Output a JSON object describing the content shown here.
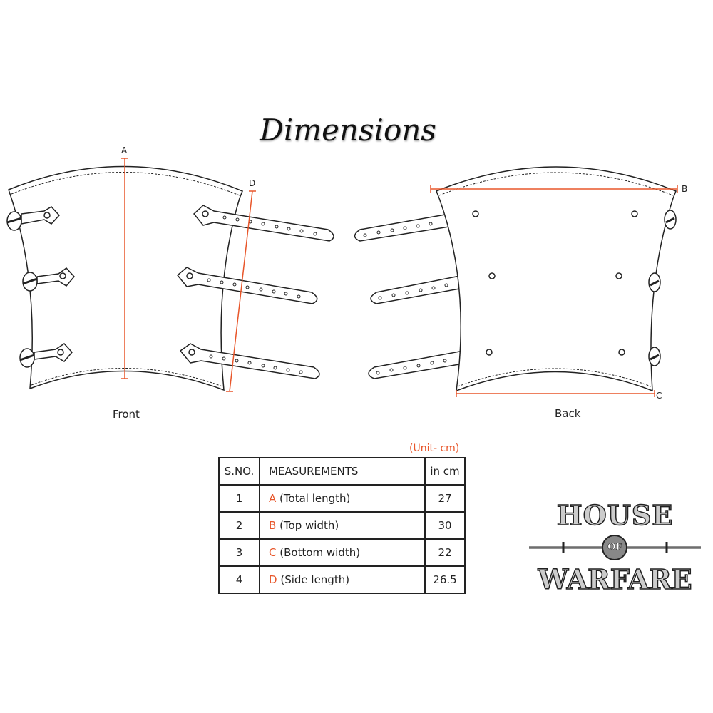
{
  "title": "Dimensions",
  "views": {
    "front": "Front",
    "back": "Back"
  },
  "dimension_letters": {
    "a": "A",
    "b": "B",
    "c": "C",
    "d": "D"
  },
  "unit_note": "(Unit- cm)",
  "table": {
    "headers": [
      "S.NO.",
      "MEASUREMENTS",
      "in cm"
    ],
    "rows": [
      {
        "sno": "1",
        "letter": "A",
        "label": "(Total length)",
        "value": "27"
      },
      {
        "sno": "2",
        "letter": "B",
        "label": "(Top width)",
        "value": "30"
      },
      {
        "sno": "3",
        "letter": "C",
        "label": "(Bottom width)",
        "value": "22"
      },
      {
        "sno": "4",
        "letter": "D",
        "label": "(Side length)",
        "value": "26.5"
      }
    ]
  },
  "logo": {
    "line1": "HOUSE",
    "line2": "OF",
    "line3": "WARFARE"
  },
  "colors": {
    "accent": "#e8562a",
    "ink": "#222222"
  }
}
